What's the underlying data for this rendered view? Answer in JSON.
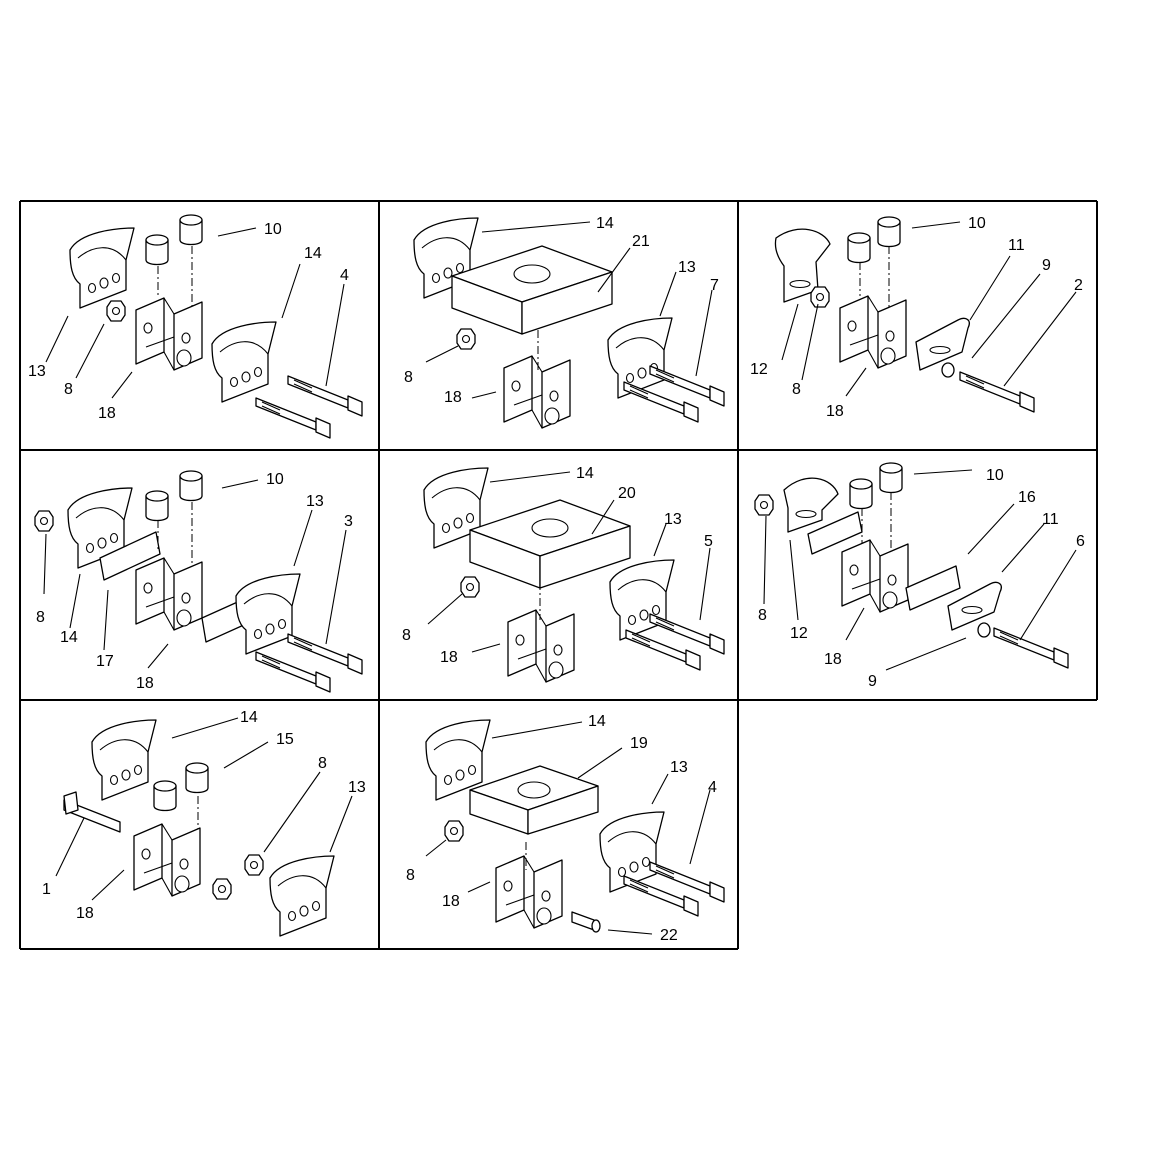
{
  "panels": [
    {
      "id": "p1",
      "callouts": [
        "10",
        "14",
        "4",
        "13",
        "8",
        "18"
      ]
    },
    {
      "id": "p2",
      "callouts": [
        "14",
        "21",
        "13",
        "7",
        "8",
        "18"
      ]
    },
    {
      "id": "p3",
      "callouts": [
        "10",
        "11",
        "9",
        "2",
        "12",
        "8",
        "18"
      ]
    },
    {
      "id": "p4",
      "callouts": [
        "10",
        "13",
        "3",
        "8",
        "14",
        "17",
        "18"
      ]
    },
    {
      "id": "p5",
      "callouts": [
        "14",
        "20",
        "13",
        "5",
        "8",
        "18"
      ]
    },
    {
      "id": "p6",
      "callouts": [
        "10",
        "16",
        "11",
        "6",
        "8",
        "12",
        "18",
        "9"
      ]
    },
    {
      "id": "p7",
      "callouts": [
        "14",
        "15",
        "8",
        "13",
        "1",
        "18"
      ]
    },
    {
      "id": "p8",
      "callouts": [
        "14",
        "19",
        "13",
        "4",
        "8",
        "18",
        "22"
      ]
    }
  ]
}
